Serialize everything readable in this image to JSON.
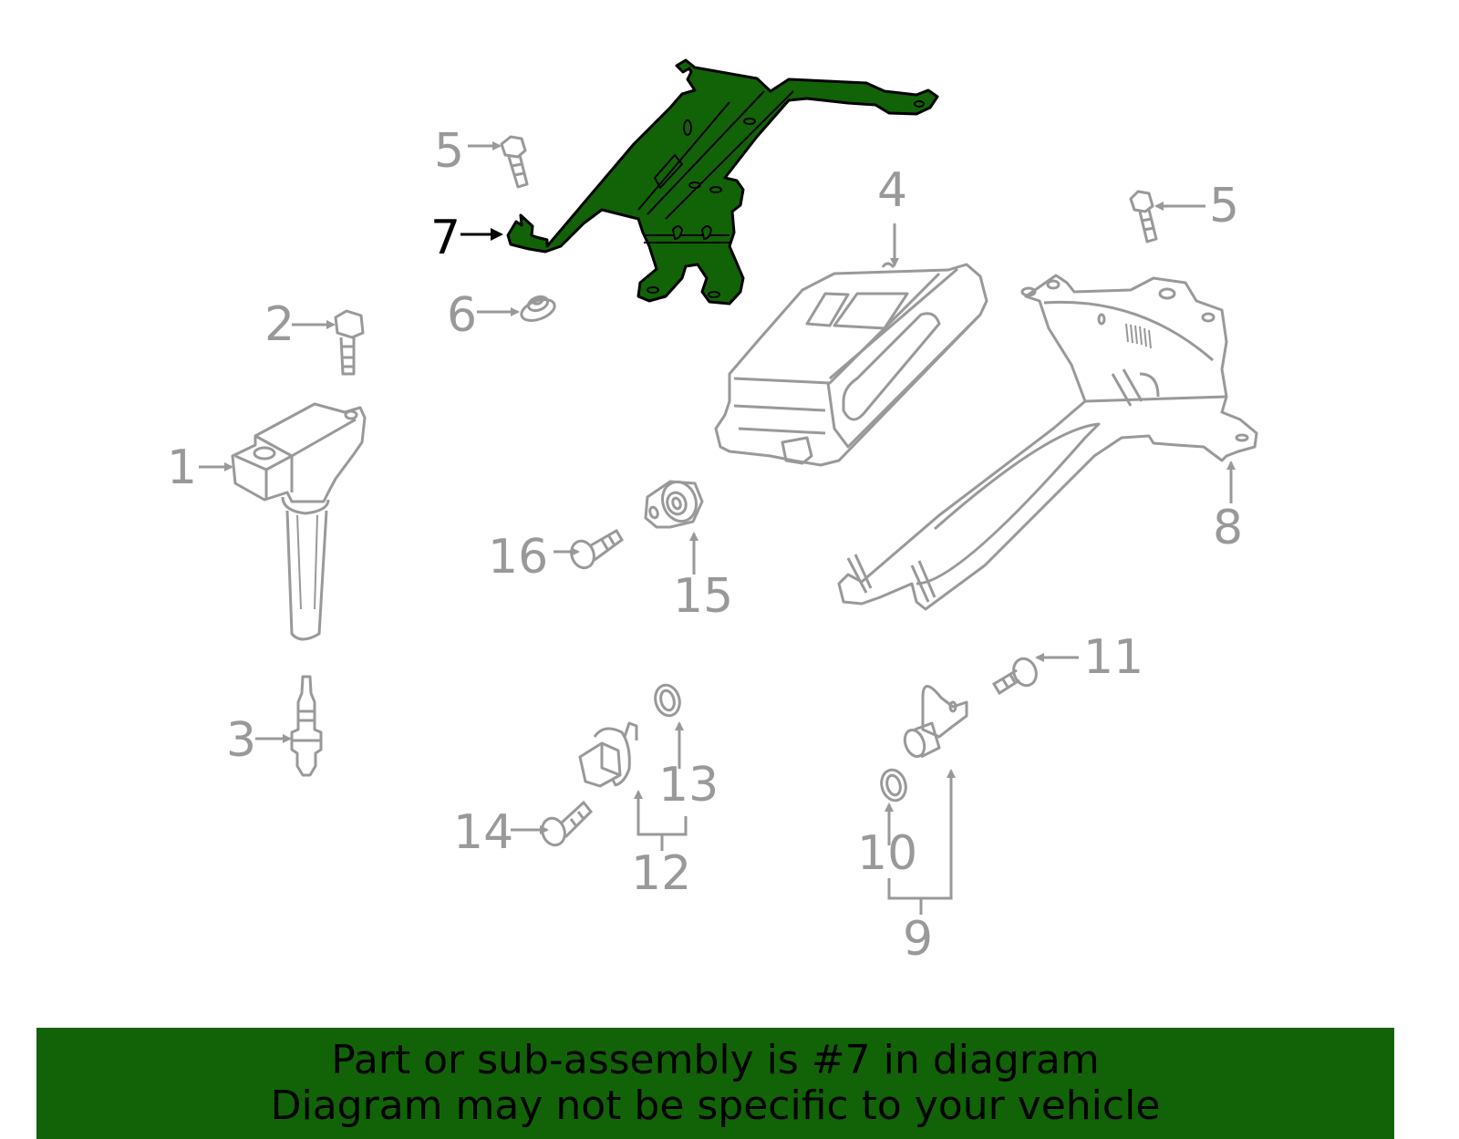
{
  "diagram": {
    "selected_part": "7",
    "colors": {
      "highlight_fill": "#126307",
      "outline_selected": "#000000",
      "outline_other": "#999999",
      "banner_bg": "#126307",
      "banner_text": "#000000",
      "background": "#ffffff"
    },
    "callouts": [
      {
        "id": "1",
        "label": "1",
        "part": "ignition-coil"
      },
      {
        "id": "2",
        "label": "2",
        "part": "coil-bolt"
      },
      {
        "id": "3",
        "label": "3",
        "part": "spark-plug"
      },
      {
        "id": "4",
        "label": "4",
        "part": "engine-control-module"
      },
      {
        "id": "5a",
        "label": "5",
        "part": "bracket-bolt"
      },
      {
        "id": "5b",
        "label": "5",
        "part": "bracket-bolt"
      },
      {
        "id": "6",
        "label": "6",
        "part": "nut"
      },
      {
        "id": "7",
        "label": "7",
        "part": "ecm-bracket"
      },
      {
        "id": "8",
        "label": "8",
        "part": "support-bracket"
      },
      {
        "id": "9",
        "label": "9",
        "part": "camshaft-sensor-assembly"
      },
      {
        "id": "10",
        "label": "10",
        "part": "o-ring"
      },
      {
        "id": "11",
        "label": "11",
        "part": "sensor-bolt"
      },
      {
        "id": "12",
        "label": "12",
        "part": "crankshaft-sensor-assembly"
      },
      {
        "id": "13",
        "label": "13",
        "part": "o-ring"
      },
      {
        "id": "14",
        "label": "14",
        "part": "sensor-bolt"
      },
      {
        "id": "15",
        "label": "15",
        "part": "knock-sensor"
      },
      {
        "id": "16",
        "label": "16",
        "part": "knock-sensor-bolt"
      }
    ]
  },
  "banner": {
    "line1": "Part or sub-assembly is #7 in diagram",
    "line2": "Diagram may not be specific to your vehicle"
  }
}
